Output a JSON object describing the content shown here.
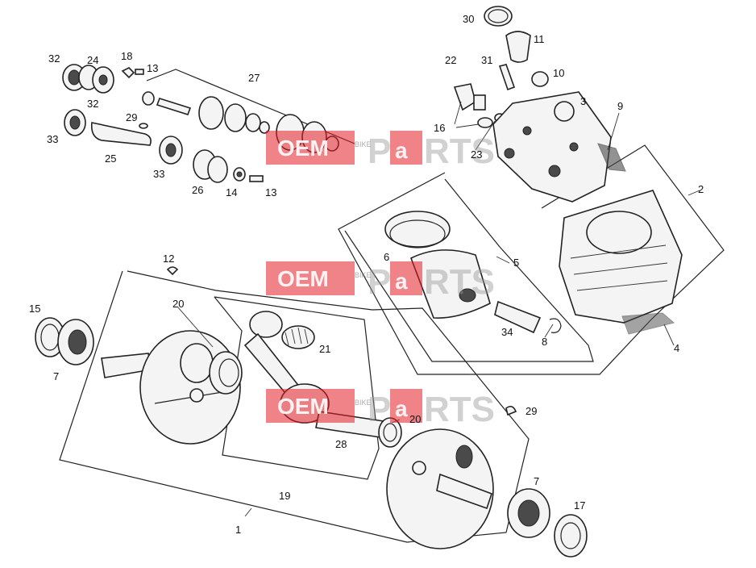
{
  "callouts": [
    "30",
    "11",
    "22",
    "31",
    "10",
    "3",
    "9",
    "32",
    "24",
    "18",
    "13",
    "27",
    "16",
    "23",
    "32",
    "29",
    "33",
    "25",
    "33",
    "26",
    "14",
    "13",
    "2",
    "6",
    "5",
    "12",
    "20",
    "15",
    "21",
    "34",
    "8",
    "4",
    "7",
    "29",
    "20",
    "28",
    "7",
    "19",
    "17",
    "1"
  ],
  "watermark": {
    "oem": "OEM",
    "bike": "BIKE",
    "parts_brand": [
      "P",
      "a",
      "RTS"
    ]
  },
  "colors": {
    "watermark_red": "#e31e24",
    "watermark_grey": "#9a9a9a",
    "linework": "#222222"
  }
}
